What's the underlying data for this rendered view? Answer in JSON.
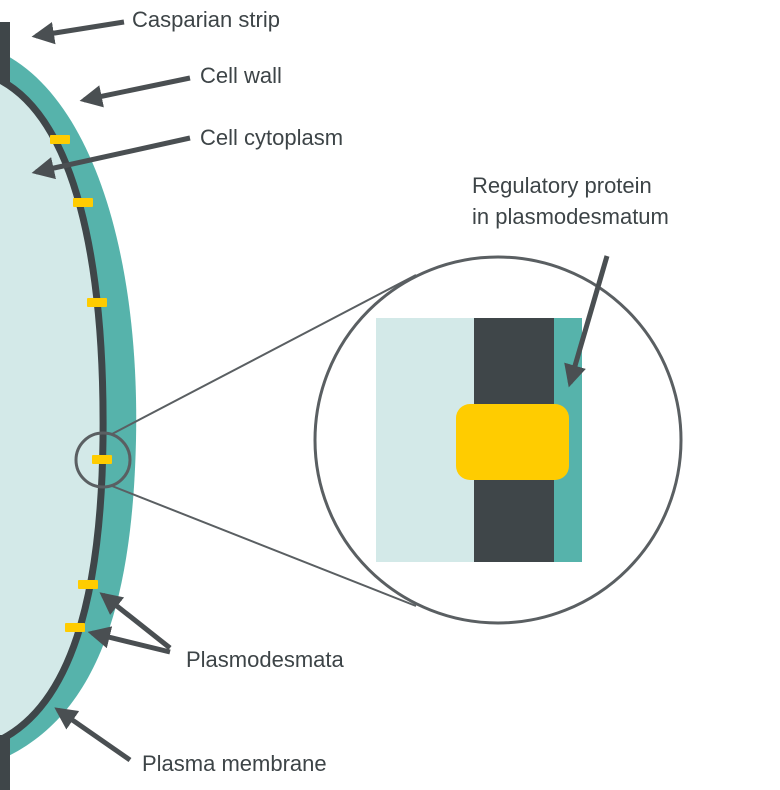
{
  "colors": {
    "cytoplasm": "#d3e9e8",
    "cell_wall": "#56b3ab",
    "membrane": "#3f4649",
    "protein": "#ffcc00",
    "arrow": "#4a4f52",
    "text": "#3d4447",
    "outline": "#5a5f62"
  },
  "labels": {
    "casparian_strip": "Casparian strip",
    "cell_wall": "Cell wall",
    "cell_cytoplasm": "Cell cytoplasm",
    "regulatory_protein_line1": "Regulatory protein",
    "regulatory_protein_line2": "in plasmodesmatum",
    "plasmodesmata": "Plasmodesmata",
    "plasma_membrane": "Plasma membrane"
  }
}
